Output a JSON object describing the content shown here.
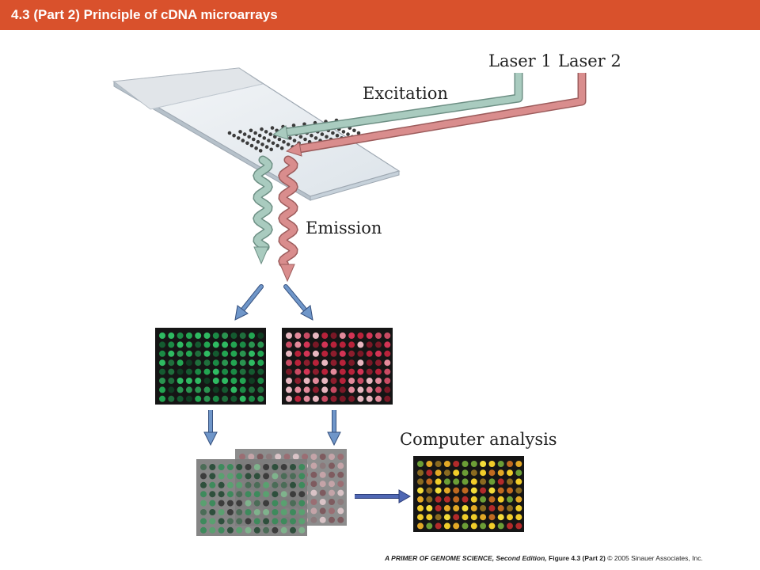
{
  "header": {
    "title": "4.3 (Part 2)  Principle of cDNA microarrays"
  },
  "labels": {
    "laser1": "Laser 1",
    "laser2": "Laser 2",
    "excitation": "Excitation",
    "emission": "Emission",
    "computer_analysis": "Computer analysis"
  },
  "credit": {
    "book": "A PRIMER OF GENOME SCIENCE, Second Edition,",
    "figure": "Figure 4.3 (Part 2)",
    "copyright": "© 2005 Sinauer Associates, Inc."
  },
  "colors": {
    "header": "#d9512c",
    "laser1_beam": "#a9cbbf",
    "laser2_beam": "#d98d8d",
    "process_arrow": "#6f96c9",
    "result_arrow": "#4f67b4"
  },
  "icons": [
    "glass-slide",
    "laser-beam-arrow",
    "emission-wave-arrow",
    "spot-array",
    "arrow"
  ]
}
